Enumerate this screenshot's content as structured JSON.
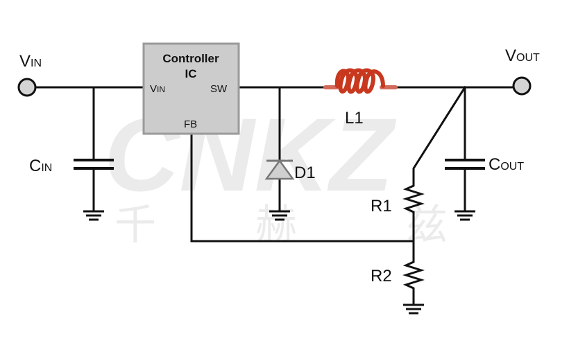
{
  "watermark": {
    "text": "CNKZ",
    "chars": [
      "千",
      "赫",
      "兹"
    ]
  },
  "labels": {
    "vin_main": "V",
    "vin_main_sub": "IN",
    "vout_main": "V",
    "vout_main_sub": "OUT",
    "cin_main": "C",
    "cin_sub": "IN",
    "cout_main": "C",
    "cout_sub": "OUT",
    "l1": "L1",
    "d1": "D1",
    "r1": "R1",
    "r2": "R2"
  },
  "ic": {
    "title_line1": "Controller",
    "title_line2": "IC",
    "pin_vin_main": "V",
    "pin_vin_sub": "IN",
    "pin_sw": "SW",
    "pin_fb": "FB"
  },
  "colors": {
    "wire": "#111111",
    "ic_fill": "#cccccc",
    "ic_border": "#9a9a9a",
    "inductor": "#c8381f",
    "diode": "#777777",
    "terminal_fill": "#d4d4d4",
    "watermark": "#ebebeb"
  }
}
